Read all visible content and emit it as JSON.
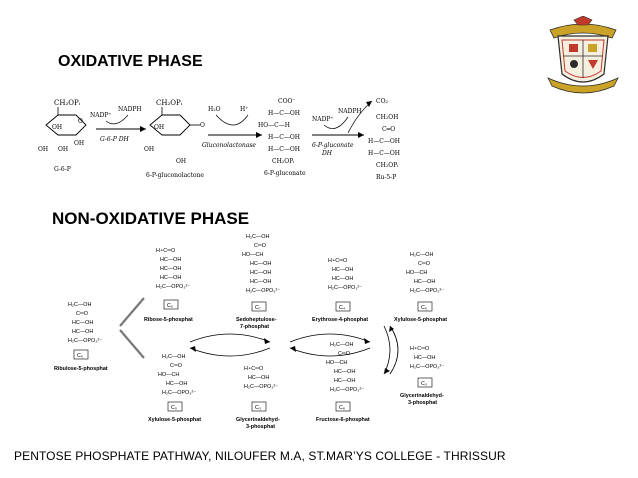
{
  "headings": {
    "oxidative": "OXIDATIVE PHASE",
    "non_oxidative": "NON-OXIDATIVE PHASE"
  },
  "footer": "PENTOSE PHOSPHATE PATHWAY, NILOUFER M.A, ST.MAR’YS COLLEGE - THRISSUR",
  "oxidative_phase": {
    "labels": {
      "g6p": "G-6-P",
      "nadp1": "NADP⁺",
      "nadph1": "NADPH",
      "enzyme1": "G-6-P DH",
      "lactone": "6-P-gluconolactone",
      "h2o": "H₂O",
      "hplus": "H⁺",
      "lactonase": "Gluconolactonase",
      "gluconate": "6-P-gluconate",
      "nadp2": "NADP⁺",
      "nadph2": "NADPH",
      "enzyme2a": "6-P-gluconate",
      "enzyme2b": "DH",
      "co2": "CO₂",
      "ru5p": "Ru-5-P",
      "ch2op": "CH₂OPᵢ",
      "oh": "OH",
      "coo": "COO⁻",
      "ch2oh": "CH₂OH"
    }
  },
  "non_oxidative_phase": {
    "compounds": {
      "ribulose5p": "Ribulose-5-phosphat",
      "ribose5p": "Ribose-5-phosphat",
      "sedoheptulose7p_a": "Sedoheptulose-",
      "sedoheptulose7p_b": "7-phosphat",
      "erythrose4p": "Erythrose-4-phosphat",
      "xylulose5p_top": "Xylulose-5-phosphat",
      "xylulose5p_bottom": "Xylulose-5-phosphat",
      "glyceraldehyde3p_bottom_a": "Glycerinaldehyd-",
      "glyceraldehyde3p_bottom_b": "3-phosphat",
      "fructose6p": "Fructose-6-phosphat",
      "glyceraldehyde3p_right_a": "Glycerinaldehyd-",
      "glyceraldehyde3p_right_b": "3-phosphat"
    },
    "carbon_boxes": {
      "c5": "C₅",
      "c7": "C₇",
      "c4": "C₄",
      "c3": "C₃",
      "c6": "C₆"
    },
    "groups": {
      "h2c_oh": "H₂C—OH",
      "c_o": "C═O",
      "hc_oh": "HC—OH",
      "ho_ch": "HO—CH",
      "h2c_opo3": "H₂C—OPO₃²⁻",
      "hc_o": "H∘C═O"
    }
  },
  "colors": {
    "text": "#000000",
    "logo_red": "#c0392b",
    "logo_gold": "#c9a227",
    "logo_dark": "#2c2c2c"
  },
  "icons": {
    "logo": "college-crest-icon"
  }
}
